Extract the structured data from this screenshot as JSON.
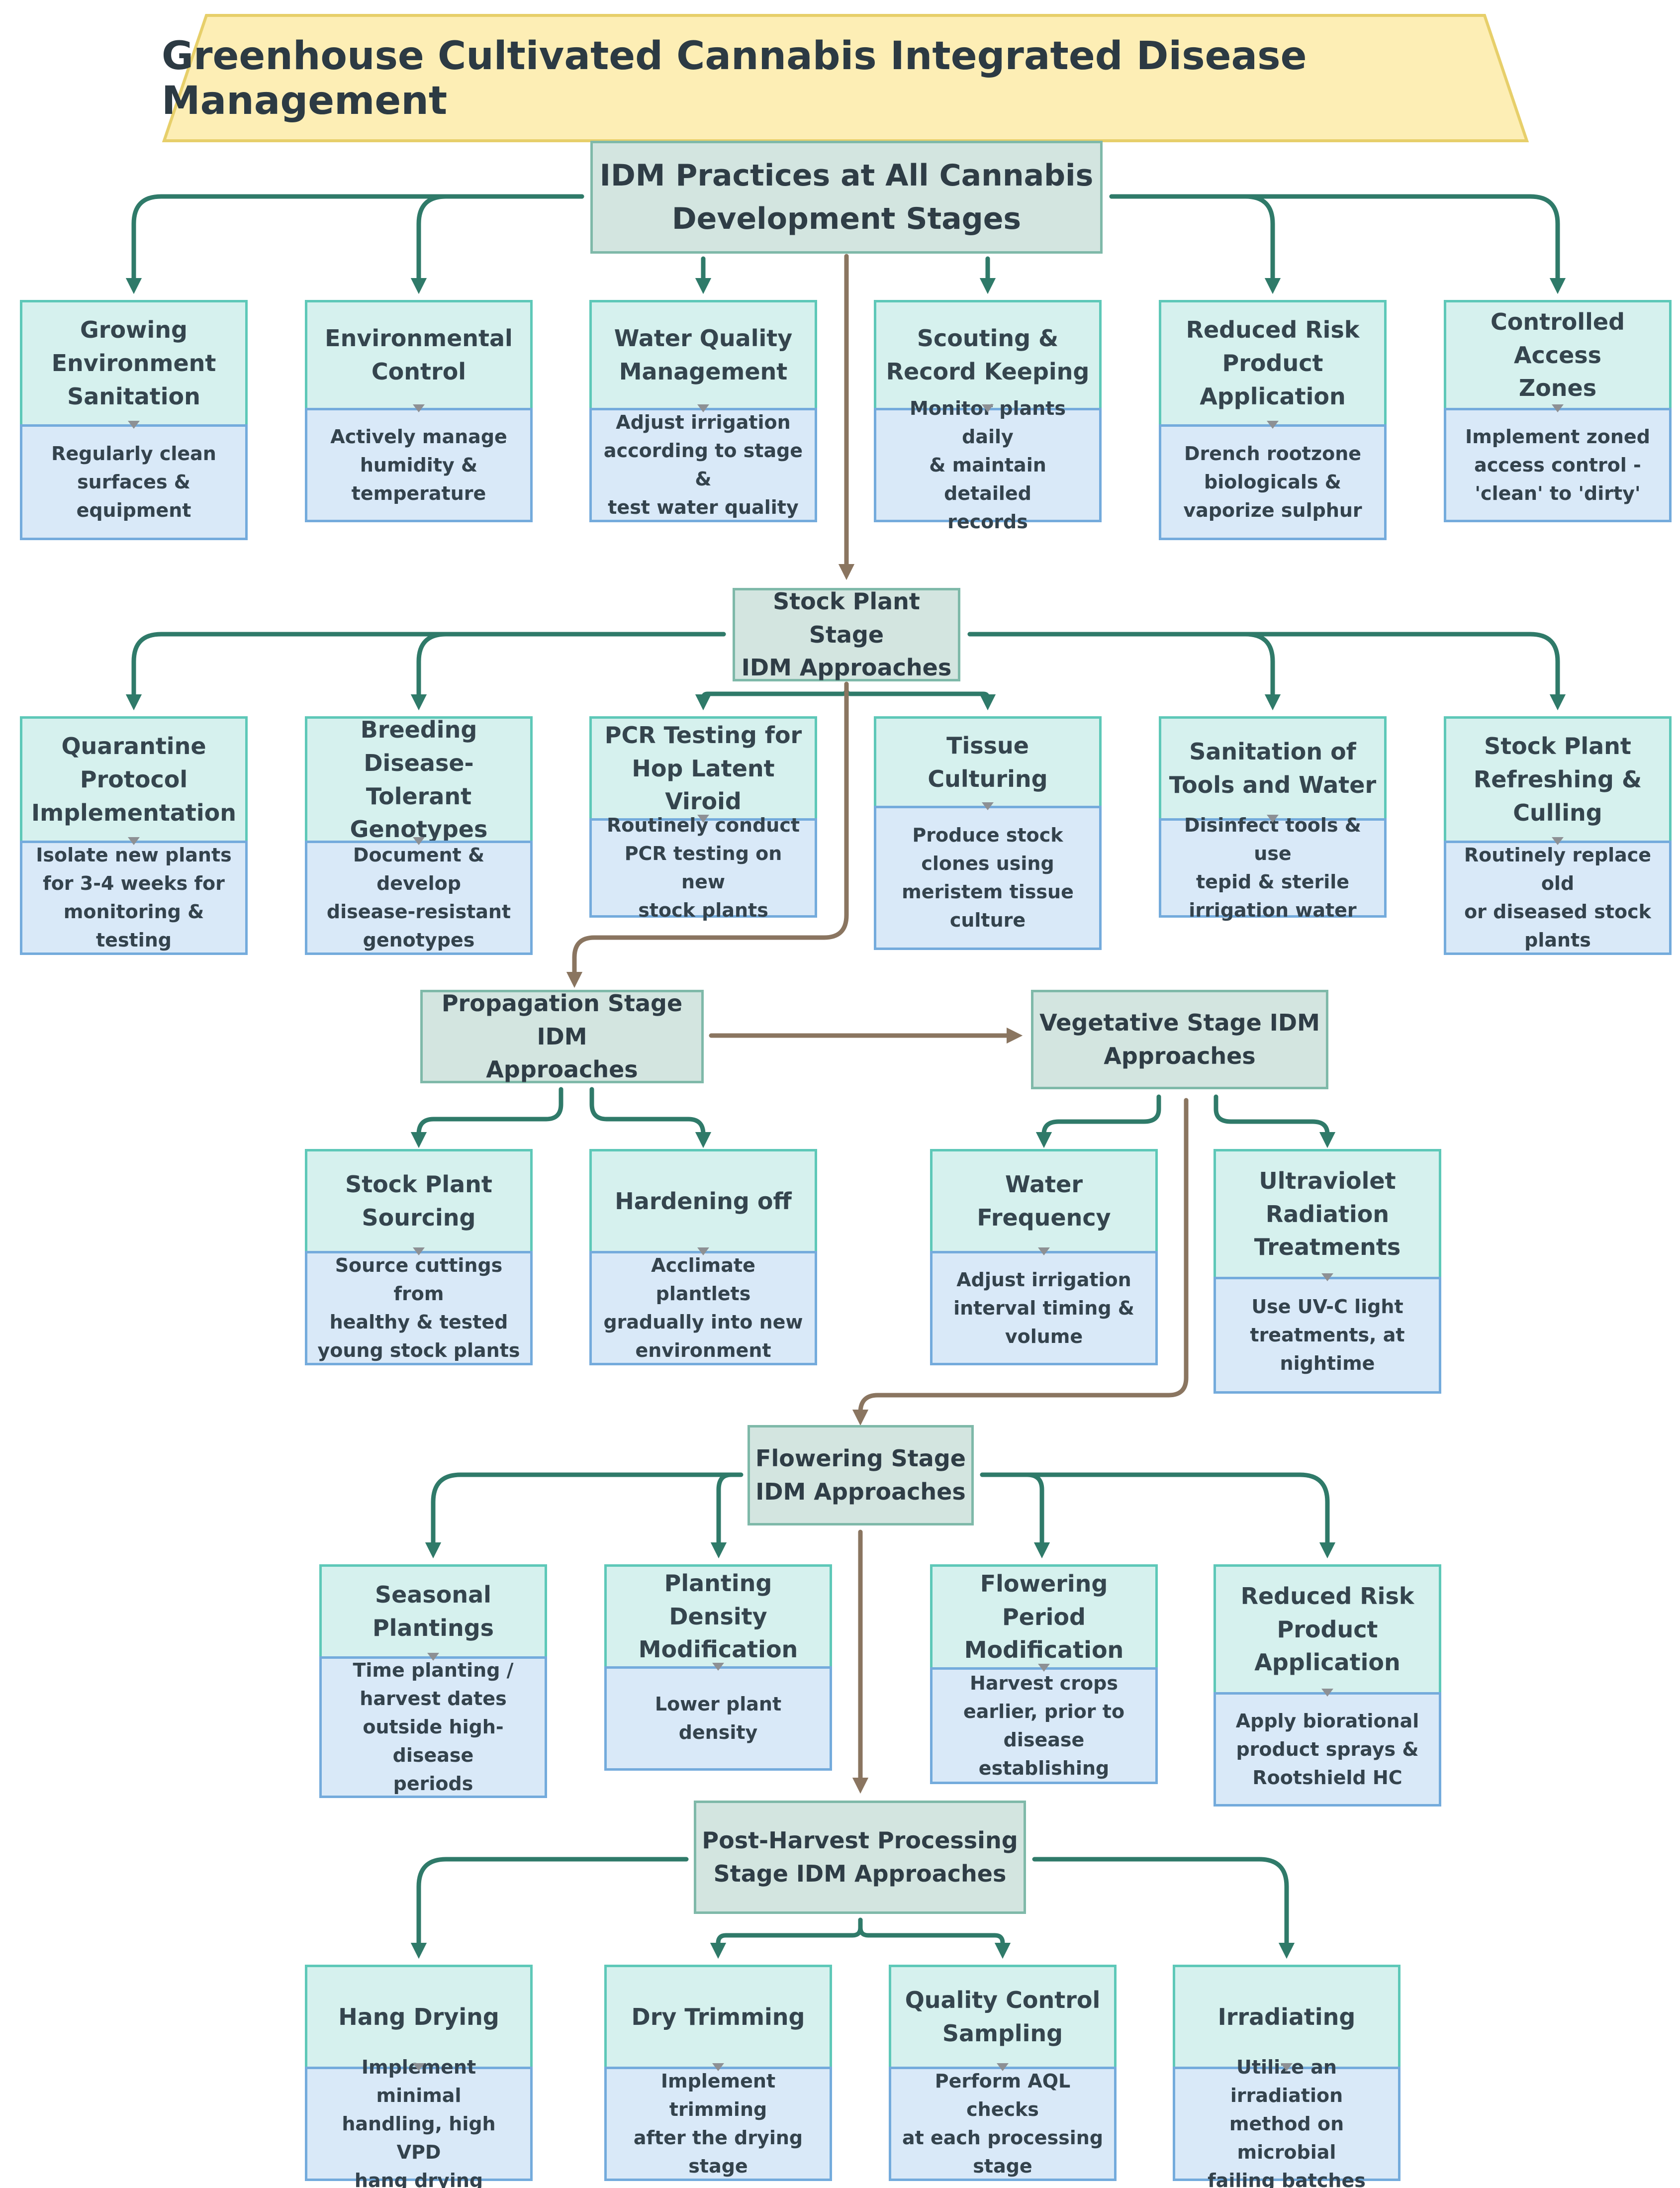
{
  "title": "Greenhouse Cultivated Cannabis Integrated Disease Management",
  "colors": {
    "banner_fill": "#fdeeb5",
    "banner_stroke": "#e7cf6a",
    "hub_fill": "#d3e5e0",
    "topic_fill": "#d6f1ee",
    "detail_fill": "#d9e9f8",
    "connector_green": "#2f7a69",
    "connector_brown": "#8a7560"
  },
  "stages": [
    {
      "id": "all",
      "label": "IDM Practices at All Cannabis\nDevelopment Stages",
      "topics": [
        {
          "title": "Growing\nEnvironment\nSanitation",
          "detail": "Regularly clean\nsurfaces &\nequipment"
        },
        {
          "title": "Environmental\nControl",
          "detail": "Actively manage\nhumidity &\ntemperature"
        },
        {
          "title": "Water Quality\nManagement",
          "detail": "Adjust irrigation\naccording to stage &\ntest water quality"
        },
        {
          "title": "Scouting &\nRecord Keeping",
          "detail": "Monitor plants daily\n& maintain detailed\nrecords"
        },
        {
          "title": "Reduced Risk\nProduct\nApplication",
          "detail": "Drench rootzone\nbiologicals &\nvaporize sulphur"
        },
        {
          "title": "Controlled Access\nZones",
          "detail": "Implement zoned\naccess control -\n'clean' to 'dirty'"
        }
      ]
    },
    {
      "id": "stock",
      "label": "Stock Plant Stage\nIDM Approaches",
      "topics": [
        {
          "title": "Quarantine\nProtocol\nImplementation",
          "detail": "Isolate new plants\nfor 3-4 weeks for\nmonitoring & testing"
        },
        {
          "title": "Breeding\nDisease-Tolerant\nGenotypes",
          "detail": "Document & develop\ndisease-resistant\ngenotypes"
        },
        {
          "title": "PCR Testing for\nHop Latent Viroid",
          "detail": "Routinely conduct\nPCR testing on new\nstock plants"
        },
        {
          "title": "Tissue Culturing",
          "detail": "Produce stock\nclones using\nmeristem tissue\nculture"
        },
        {
          "title": "Sanitation of\nTools and Water",
          "detail": "Disinfect tools & use\ntepid & sterile\nirrigation water"
        },
        {
          "title": "Stock Plant\nRefreshing &\nCulling",
          "detail": "Routinely replace old\nor diseased stock\nplants"
        }
      ]
    },
    {
      "id": "prop",
      "label": "Propagation Stage IDM\nApproaches",
      "topics": [
        {
          "title": "Stock Plant\nSourcing",
          "detail": "Source cuttings from\nhealthy & tested\nyoung stock plants"
        },
        {
          "title": "Hardening off",
          "detail": "Acclimate plantlets\ngradually into new\nenvironment"
        }
      ]
    },
    {
      "id": "veg",
      "label": "Vegetative Stage IDM\nApproaches",
      "topics": [
        {
          "title": "Water Frequency",
          "detail": "Adjust irrigation\ninterval timing &\nvolume"
        },
        {
          "title": "Ultraviolet\nRadiation\nTreatments",
          "detail": "Use UV-C light\ntreatments, at\nnightime"
        }
      ]
    },
    {
      "id": "flower",
      "label": "Flowering Stage\nIDM Approaches",
      "topics": [
        {
          "title": "Seasonal\nPlantings",
          "detail": "Time planting /\nharvest dates\noutside high-disease\nperiods"
        },
        {
          "title": "Planting Density\nModification",
          "detail": "Lower plant density"
        },
        {
          "title": "Flowering Period\nModification",
          "detail": "Harvest crops\nearlier, prior to\ndisease establishing"
        },
        {
          "title": "Reduced Risk\nProduct\nApplication",
          "detail": "Apply biorational\nproduct sprays &\nRootshield HC"
        }
      ]
    },
    {
      "id": "post",
      "label": "Post-Harvest Processing\nStage IDM Approaches",
      "topics": [
        {
          "title": "Hang Drying",
          "detail": "Implement minimal\nhandling, high VPD\nhang drying"
        },
        {
          "title": "Dry Trimming",
          "detail": "Implement trimming\nafter the drying\nstage"
        },
        {
          "title": "Quality Control\nSampling",
          "detail": "Perform AQL checks\nat each processing\nstage"
        },
        {
          "title": "Irradiating",
          "detail": "Utilize an irradiation\nmethod on microbial\nfailing batches"
        }
      ]
    }
  ]
}
